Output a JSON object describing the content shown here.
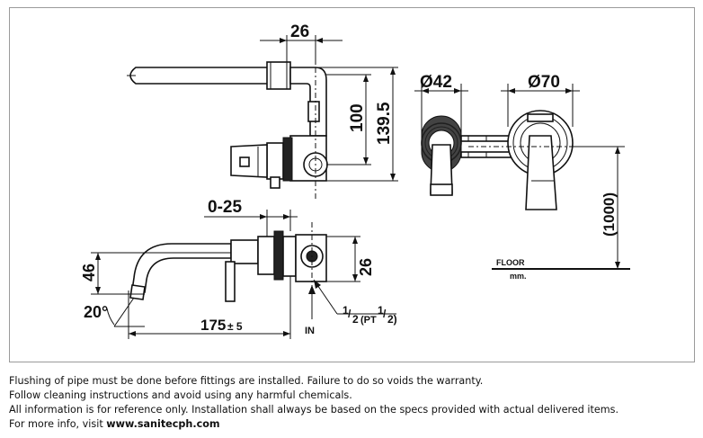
{
  "drawing": {
    "dims": {
      "top_width": "26",
      "height_100": "100",
      "height_139_5": "139.5",
      "dia_42": "Ø42",
      "dia_70": "Ø70",
      "floor_height": "(1000)",
      "adjust_range": "0-25",
      "spout_height": "46",
      "angle": "20°",
      "spout_length": "175",
      "spout_tolerance": "± 5",
      "inlet_depth": "26",
      "thread_a": "1",
      "thread_sep": "/",
      "thread_b": "2",
      "thread_pt": "(PT",
      "thread_c": "1",
      "thread_sep2": "/",
      "thread_d": "2)",
      "inlet": "IN",
      "floor": "FLOOR",
      "unit": "mm."
    }
  },
  "notes": {
    "line1": "Flushing of pipe must be done before fittings are installed. Failure to do so voids the warranty.",
    "line2": "Follow cleaning instructions and avoid using any harmful chemicals.",
    "line3": "All information is for reference only. Installation shall always be based on the specs provided with actual delivered items.",
    "line4_prefix": "For more info, visit ",
    "line4_link": "www.sanitecph.com"
  }
}
